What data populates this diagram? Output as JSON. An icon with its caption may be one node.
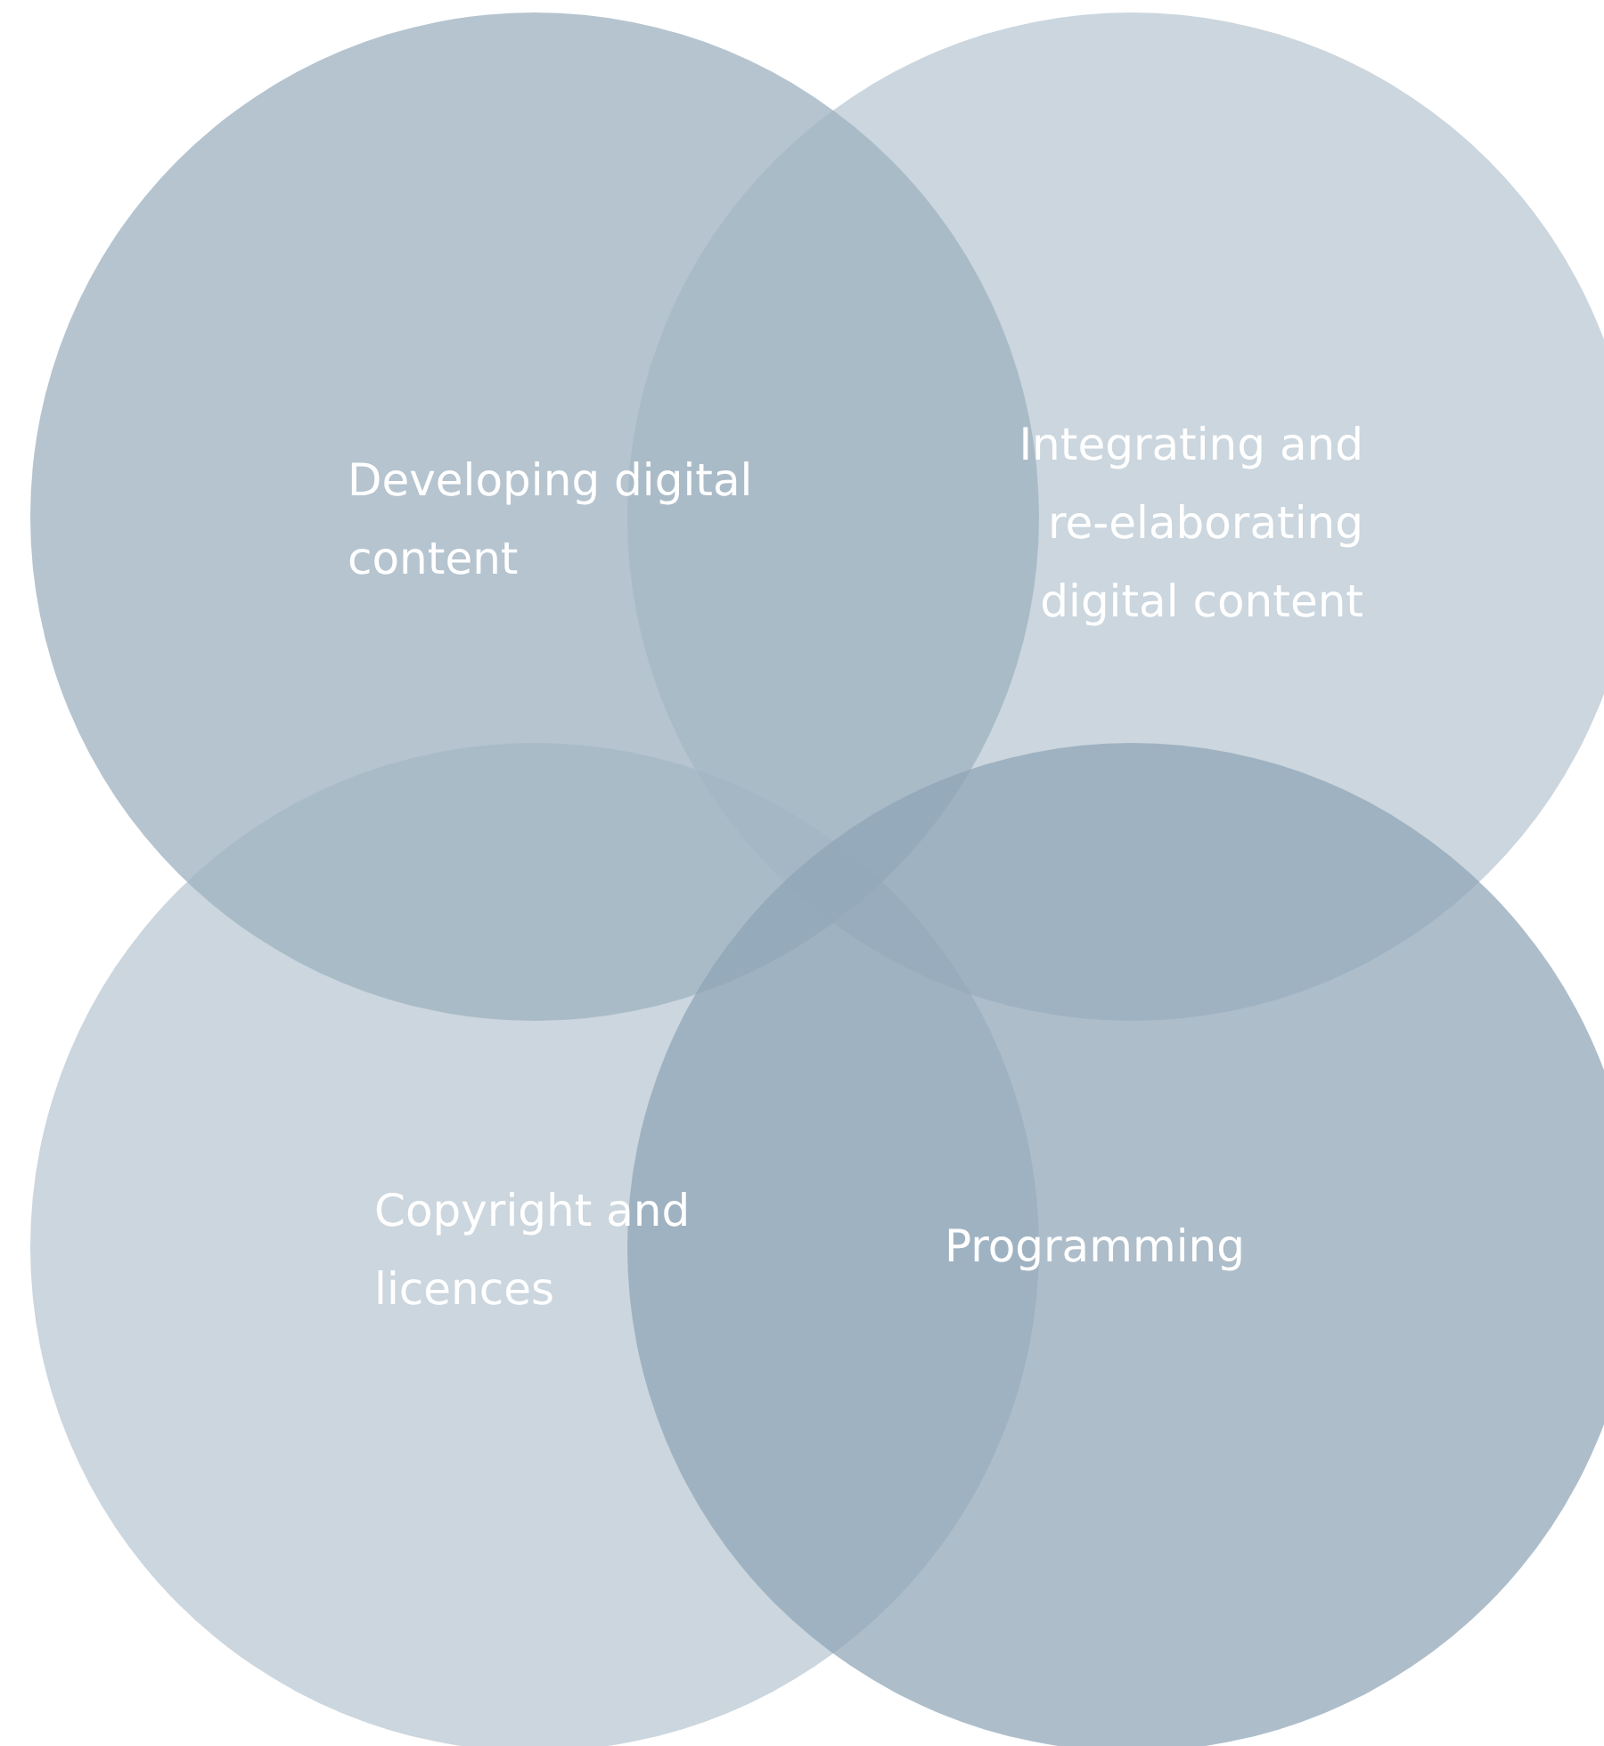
{
  "diagram": {
    "nodes": [
      {
        "text": [
          "Developing digital content"
        ]
      },
      {
        "text": [
          "Integrating and re-elaborating digital content"
        ]
      },
      {
        "text": [
          "Copyright and licences"
        ]
      },
      {
        "text": [
          "Programming"
        ]
      }
    ]
  }
}
